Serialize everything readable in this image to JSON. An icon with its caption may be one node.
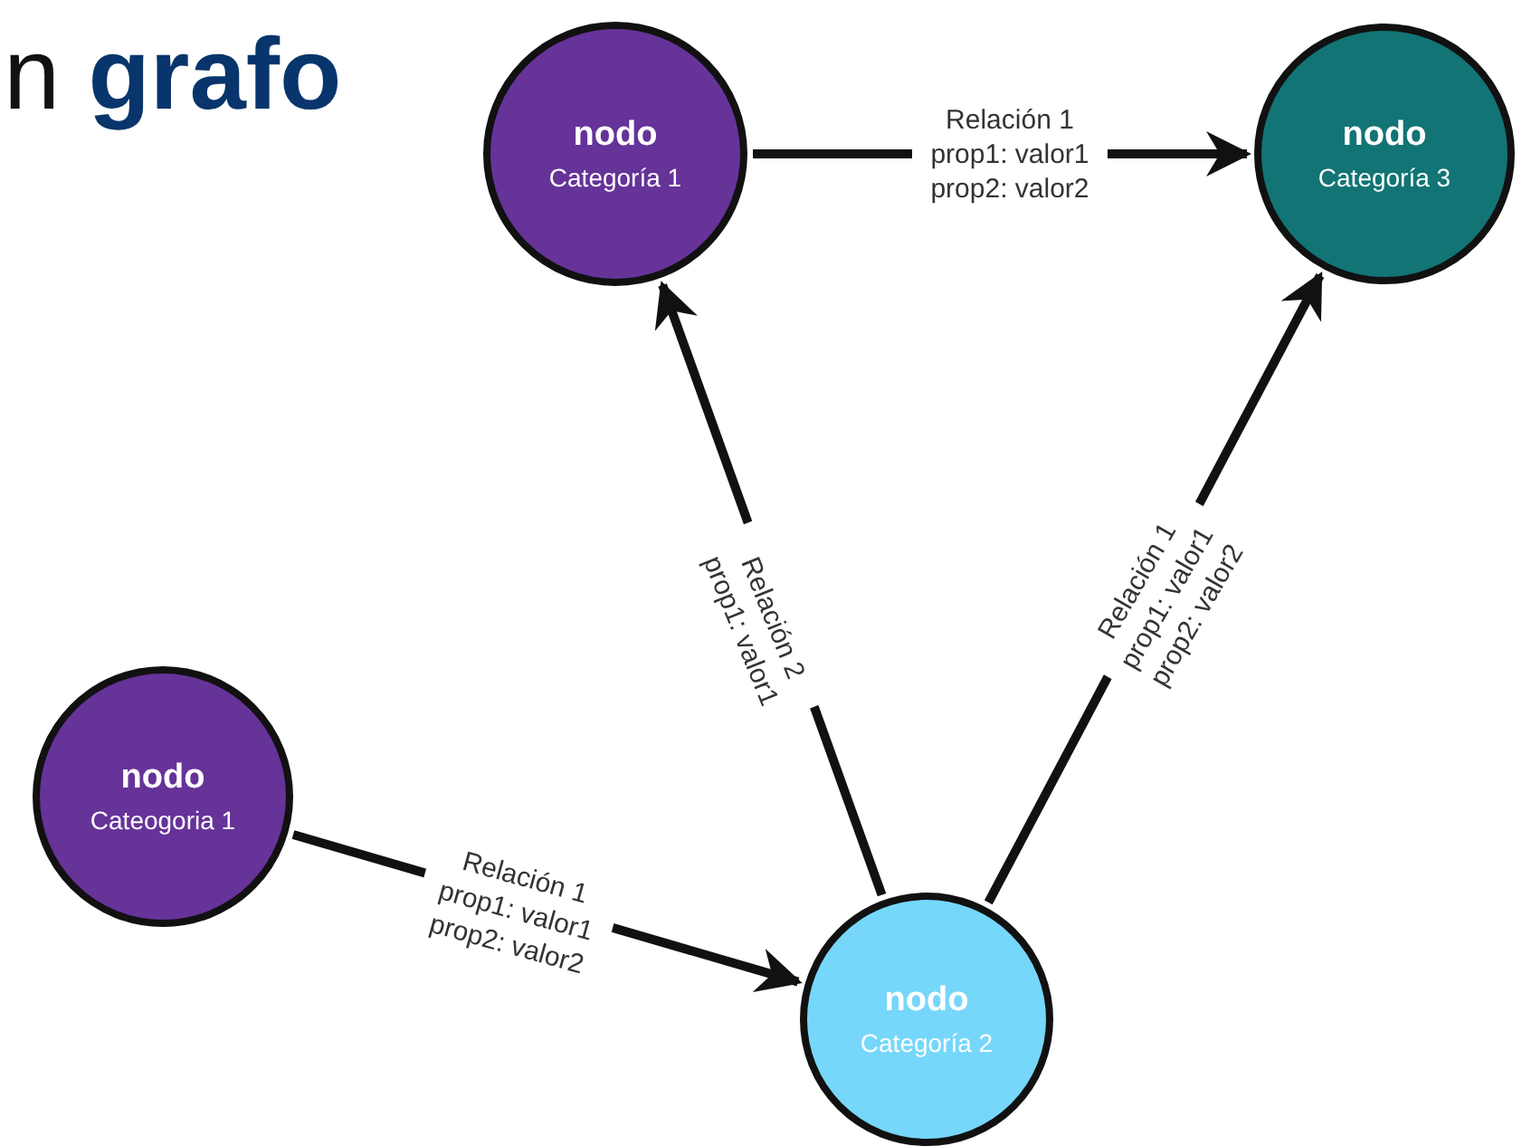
{
  "diagram": {
    "title": "n **grafo**",
    "nodes": [
      {
        "text": [
          "nodo",
          "Categoría 1"
        ]
      },
      {
        "text": [
          "nodo",
          "Categoría 3"
        ]
      },
      {
        "text": [
          "nodo",
          "Cateogoria 1"
        ]
      },
      {
        "text": [
          "nodo",
          "Categoría 2"
        ]
      }
    ],
    "edges": [
      {
        "from": 0,
        "to": 1,
        "arrow": "to",
        "label": "Relación 1 prop1: valor1 prop2: valor2"
      },
      {
        "from": 3,
        "to": 0,
        "arrow": "to",
        "label": "Relación 2 prop1: valor1"
      },
      {
        "from": 3,
        "to": 1,
        "arrow": "to",
        "label": "Relación 1 prop1: valor1 prop2: valor2"
      },
      {
        "from": 2,
        "to": 3,
        "arrow": "to",
        "label": "Relación 1 prop1: valor1 prop2: valor2"
      }
    ]
  }
}
